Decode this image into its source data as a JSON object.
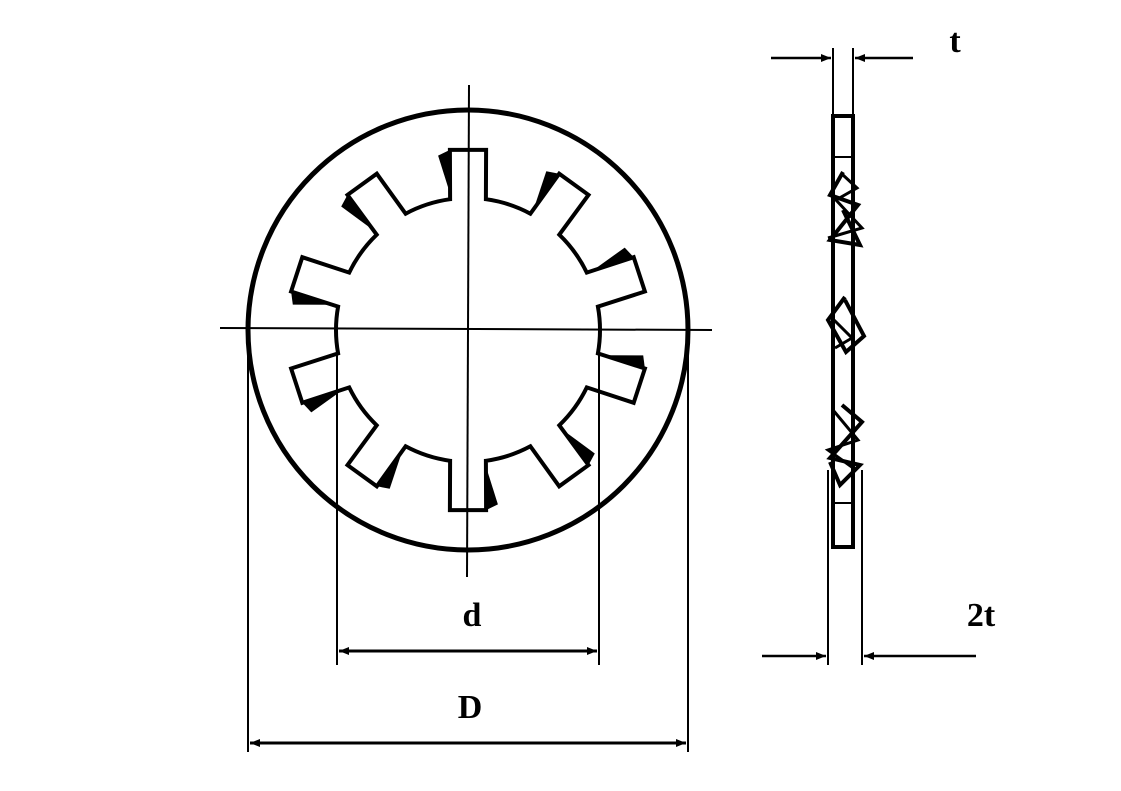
{
  "labels": {
    "inner_diameter": "d",
    "outer_diameter": "D",
    "thickness": "t",
    "side_thickness": "2t"
  },
  "washer": {
    "tooth_count": 10
  },
  "colors": {
    "line": "#000000",
    "background": "#ffffff"
  }
}
